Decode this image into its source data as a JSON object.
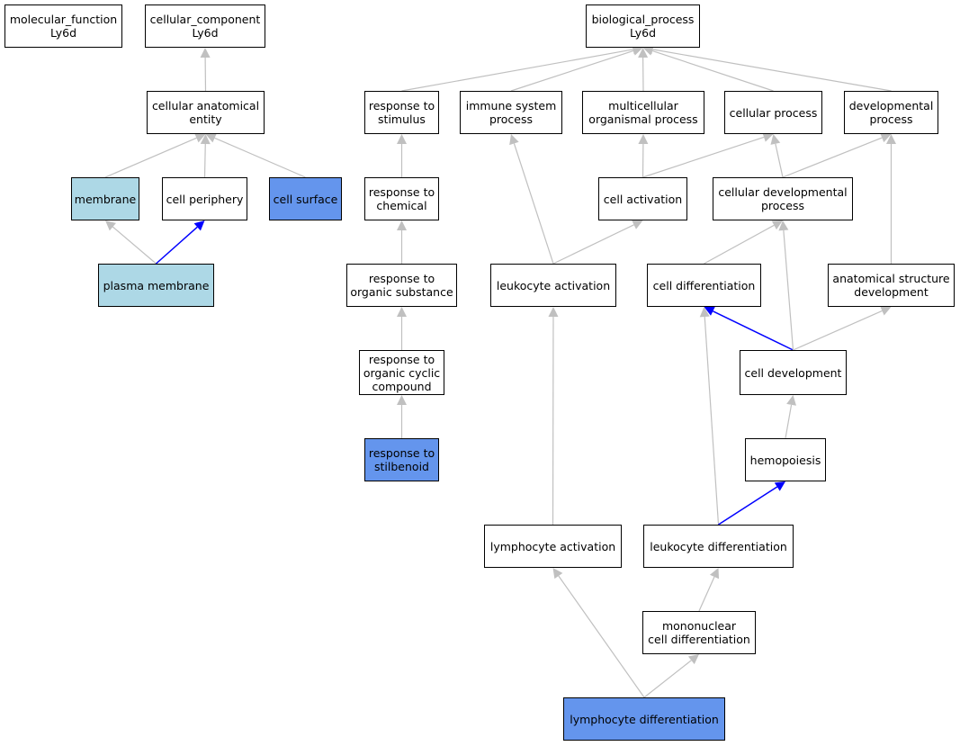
{
  "colors": {
    "default_fill": "#ffffff",
    "light_blue": "#add8e6",
    "cornflower": "#6495ed",
    "edge_gray": "#c0c0c0",
    "edge_blue": "#0000ff"
  },
  "nodes": {
    "molecular_function": {
      "label": "molecular_function\nLy6d",
      "fill": "#ffffff"
    },
    "cellular_component": {
      "label": "cellular_component\nLy6d",
      "fill": "#ffffff"
    },
    "biological_process": {
      "label": "biological_process\nLy6d",
      "fill": "#ffffff"
    },
    "cellular_anatomical_entity": {
      "label": "cellular anatomical\nentity",
      "fill": "#ffffff"
    },
    "membrane": {
      "label": "membrane",
      "fill": "#add8e6"
    },
    "cell_periphery": {
      "label": "cell periphery",
      "fill": "#ffffff"
    },
    "cell_surface": {
      "label": "cell surface",
      "fill": "#6495ed"
    },
    "plasma_membrane": {
      "label": "plasma membrane",
      "fill": "#add8e6"
    },
    "response_to_stimulus": {
      "label": "response to\nstimulus",
      "fill": "#ffffff"
    },
    "immune_system_process": {
      "label": "immune system\nprocess",
      "fill": "#ffffff"
    },
    "multicellular_organismal_process": {
      "label": "multicellular\norganismal process",
      "fill": "#ffffff"
    },
    "cellular_process": {
      "label": "cellular process",
      "fill": "#ffffff"
    },
    "developmental_process": {
      "label": "developmental\nprocess",
      "fill": "#ffffff"
    },
    "response_to_chemical": {
      "label": "response to\nchemical",
      "fill": "#ffffff"
    },
    "cell_activation": {
      "label": "cell activation",
      "fill": "#ffffff"
    },
    "cellular_developmental_process": {
      "label": "cellular developmental\nprocess",
      "fill": "#ffffff"
    },
    "response_to_organic_substance": {
      "label": "response to\norganic substance",
      "fill": "#ffffff"
    },
    "leukocyte_activation": {
      "label": "leukocyte activation",
      "fill": "#ffffff"
    },
    "cell_differentiation": {
      "label": "cell differentiation",
      "fill": "#ffffff"
    },
    "anatomical_structure_development": {
      "label": "anatomical structure\ndevelopment",
      "fill": "#ffffff"
    },
    "response_to_organic_cyclic_compound": {
      "label": "response to\norganic cyclic\ncompound",
      "fill": "#ffffff"
    },
    "cell_development": {
      "label": "cell development",
      "fill": "#ffffff"
    },
    "response_to_stilbenoid": {
      "label": "response to\nstilbenoid",
      "fill": "#6495ed"
    },
    "hemopoiesis": {
      "label": "hemopoiesis",
      "fill": "#ffffff"
    },
    "lymphocyte_activation": {
      "label": "lymphocyte activation",
      "fill": "#ffffff"
    },
    "leukocyte_differentiation": {
      "label": "leukocyte differentiation",
      "fill": "#ffffff"
    },
    "mononuclear_cell_differentiation": {
      "label": "mononuclear\ncell differentiation",
      "fill": "#ffffff"
    },
    "lymphocyte_differentiation": {
      "label": "lymphocyte differentiation",
      "fill": "#6495ed"
    }
  },
  "edges": [
    {
      "from": "cellular_anatomical_entity",
      "to": "cellular_component",
      "color": "#c0c0c0"
    },
    {
      "from": "membrane",
      "to": "cellular_anatomical_entity",
      "color": "#c0c0c0"
    },
    {
      "from": "cell_periphery",
      "to": "cellular_anatomical_entity",
      "color": "#c0c0c0"
    },
    {
      "from": "cell_surface",
      "to": "cellular_anatomical_entity",
      "color": "#c0c0c0"
    },
    {
      "from": "plasma_membrane",
      "to": "membrane",
      "color": "#c0c0c0"
    },
    {
      "from": "plasma_membrane",
      "to": "cell_periphery",
      "color": "#0000ff"
    },
    {
      "from": "response_to_stimulus",
      "to": "biological_process",
      "color": "#c0c0c0"
    },
    {
      "from": "immune_system_process",
      "to": "biological_process",
      "color": "#c0c0c0"
    },
    {
      "from": "multicellular_organismal_process",
      "to": "biological_process",
      "color": "#c0c0c0"
    },
    {
      "from": "cellular_process",
      "to": "biological_process",
      "color": "#c0c0c0"
    },
    {
      "from": "developmental_process",
      "to": "biological_process",
      "color": "#c0c0c0"
    },
    {
      "from": "response_to_chemical",
      "to": "response_to_stimulus",
      "color": "#c0c0c0"
    },
    {
      "from": "cell_activation",
      "to": "multicellular_organismal_process",
      "color": "#c0c0c0"
    },
    {
      "from": "cell_activation",
      "to": "cellular_process",
      "color": "#c0c0c0"
    },
    {
      "from": "cellular_developmental_process",
      "to": "cellular_process",
      "color": "#c0c0c0"
    },
    {
      "from": "cellular_developmental_process",
      "to": "developmental_process",
      "color": "#c0c0c0"
    },
    {
      "from": "response_to_organic_substance",
      "to": "response_to_chemical",
      "color": "#c0c0c0"
    },
    {
      "from": "leukocyte_activation",
      "to": "immune_system_process",
      "color": "#c0c0c0"
    },
    {
      "from": "leukocyte_activation",
      "to": "cell_activation",
      "color": "#c0c0c0"
    },
    {
      "from": "cell_differentiation",
      "to": "cellular_developmental_process",
      "color": "#c0c0c0"
    },
    {
      "from": "anatomical_structure_development",
      "to": "developmental_process",
      "color": "#c0c0c0"
    },
    {
      "from": "response_to_organic_cyclic_compound",
      "to": "response_to_organic_substance",
      "color": "#c0c0c0"
    },
    {
      "from": "cell_development",
      "to": "cell_differentiation",
      "color": "#0000ff"
    },
    {
      "from": "cell_development",
      "to": "cellular_developmental_process",
      "color": "#c0c0c0"
    },
    {
      "from": "cell_development",
      "to": "anatomical_structure_development",
      "color": "#c0c0c0"
    },
    {
      "from": "response_to_stilbenoid",
      "to": "response_to_organic_cyclic_compound",
      "color": "#c0c0c0"
    },
    {
      "from": "hemopoiesis",
      "to": "cell_development",
      "color": "#c0c0c0"
    },
    {
      "from": "lymphocyte_activation",
      "to": "leukocyte_activation",
      "color": "#c0c0c0"
    },
    {
      "from": "leukocyte_differentiation",
      "to": "cell_differentiation",
      "color": "#c0c0c0"
    },
    {
      "from": "leukocyte_differentiation",
      "to": "hemopoiesis",
      "color": "#0000ff"
    },
    {
      "from": "mononuclear_cell_differentiation",
      "to": "leukocyte_differentiation",
      "color": "#c0c0c0"
    },
    {
      "from": "lymphocyte_differentiation",
      "to": "lymphocyte_activation",
      "color": "#c0c0c0"
    },
    {
      "from": "lymphocyte_differentiation",
      "to": "mononuclear_cell_differentiation",
      "color": "#c0c0c0"
    }
  ]
}
